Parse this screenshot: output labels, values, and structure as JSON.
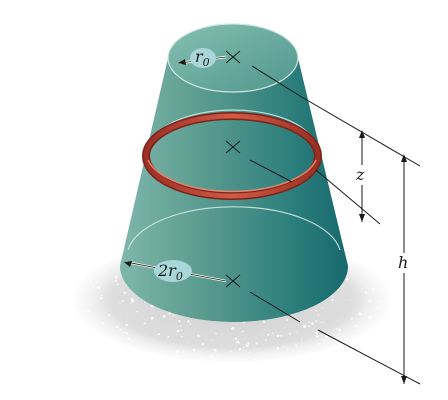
{
  "labels": {
    "r_top": "r",
    "r_top_sub": "0",
    "r_bottom_coef": "2r",
    "r_bottom_sub": "0",
    "z": "z",
    "h": "h"
  },
  "colors": {
    "cone_light": "#b6dbd6",
    "cone_mid": "#5fa59c",
    "cone_dark": "#1d7474",
    "ring_dark": "#8c2a20",
    "ring_mid": "#c4493a",
    "ring_light": "#e5866f",
    "label_bubble": "#a9d7d9",
    "ground": "#d8d8d8"
  }
}
